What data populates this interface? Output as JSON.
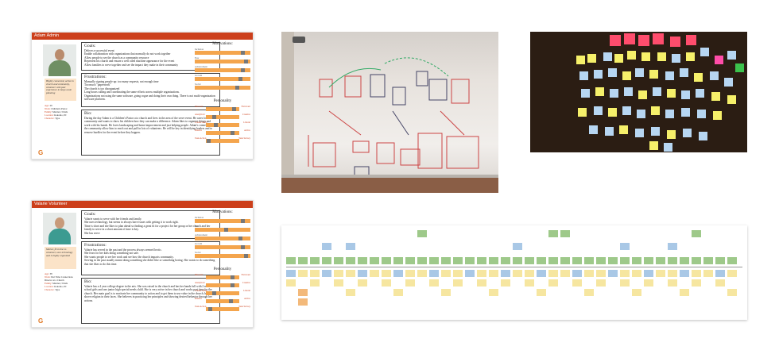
{
  "personas": [
    {
      "name": "Adam Admin",
      "quote": "Highly connected, active in church and community, volunteer with past experience in large-scale planning",
      "facts": [
        {
          "k": "Age:",
          "v": "29"
        },
        {
          "k": "Work:",
          "v": "Children's Pastor"
        },
        {
          "k": "Family:",
          "v": "Married, 3 Kids"
        },
        {
          "k": "Location:",
          "v": "Kokomo, IN"
        },
        {
          "k": "Character:",
          "v": "Type"
        }
      ],
      "goals_title": "Goals:",
      "goals": "Deliver a successful event\nEnable collaboration with organizations that normally do not work together\nAllow people to see the church as a community resource\nRepresent his church and ensure a well oiled machine appearance for the event\nAllow families to serve together and see the impact they make in their community",
      "frustrations_title": "Frustrations:",
      "frustrations": "Manually signing people up: too many requests, not enough time\nToo much \"paperwork\"\nThe church is too disorganized\nLong hours calling and coordinating the same efforts across multiple organizations.\nOrganizations not using the same software, going rogue and doing their own thing. There is not multi-organization software platform.",
      "bio_title": "Bio:",
      "bio": "During the day Adam is a Children's Pastor at a church and lives in the area of the serve event. He cares for community and wants to show his children how they can make a difference. Adam likes to organize things and work with his hands. He loves landscaping and home improvement and just helping people. Adam's connections in the community allow him to reach out and pull in lots of volunteers. He will be key in identifying leaders and to remove hurdles for the event before they happen.",
      "motivations_title": "Motivations:",
      "motivations": [
        {
          "label": "Inclusion",
          "level": 0.9
        },
        {
          "label": "Fear",
          "level": 0.95
        },
        {
          "label": "Achievement",
          "level": 0.9
        },
        {
          "label": "Growth",
          "level": 0.85
        },
        {
          "label": "Social",
          "level": 0.8
        }
      ],
      "personality_title": "Personality",
      "personality": [
        {
          "left": "Introvert",
          "right": "Extrovert",
          "level": 0.9
        },
        {
          "left": "Analytical",
          "right": "Creative",
          "level": 0.3
        },
        {
          "left": "Conservative",
          "right": "Liberal",
          "level": 0.35
        },
        {
          "left": "Passive",
          "right": "Active",
          "level": 0.85
        },
        {
          "left": "Task Action",
          "right": "Task Survey",
          "level": 0.15
        }
      ]
    },
    {
      "name": "Valarie Volunteer",
      "quote": "Mother, first time to volunteer, uses technology and is highly organized",
      "facts": [
        {
          "k": "Age:",
          "v": "38"
        },
        {
          "k": "Work:",
          "v": "Part Time Connections Director at a Church"
        },
        {
          "k": "Family:",
          "v": "Married, 3 Kids"
        },
        {
          "k": "Location:",
          "v": "Kokomo, IN"
        },
        {
          "k": "Character:",
          "v": "Type"
        }
      ],
      "goals_title": "Goals:",
      "goals": "Valarie wants to serve with her friends and family.\nShe uses technology, but seems to always have issues with getting it to work right.\nTime is short and she likes to plan ahead so finding a great fit for a project for her group or her church and her family to serve in a short amount of time is key.\nShe has serve",
      "frustrations_title": "Frustrations:",
      "frustrations": "Valarie has served in the past and the process always seemed hectic.\nShe fears for her kids doing something not safe.\nShe wants people to see her work and see how the church impacts community.\nServing in the past usually meant doing something she didn't like or something boring. She wants to do something that she likes to do this time.",
      "bio_title": "Bio:",
      "bio": "Valarie has a 4 year college degree in the arts. She was raised in the church and has her hands full with 2 middle school girls and one junior high special needs child. She is very active in her church and works part time for the church. Her main goal is to motivate her community to action and to get them to use value in the church, but not shove religion in their faces. She believes in practicing her principles and showing desired behavior through her actions.",
      "motivations_title": "Motivations:",
      "motivations": [
        {
          "label": "Inclusion",
          "level": 0.9
        },
        {
          "label": "Fear",
          "level": 0.6
        },
        {
          "label": "Achievement",
          "level": 0.85
        },
        {
          "label": "Growth",
          "level": 0.9
        },
        {
          "label": "Social",
          "level": 0.95
        }
      ],
      "personality_title": "Personality",
      "personality": [
        {
          "left": "Introvert",
          "right": "Extrovert",
          "level": 0.85
        },
        {
          "left": "Analytical",
          "right": "Creative",
          "level": 0.85
        },
        {
          "left": "Conservative",
          "right": "Liberal",
          "level": 0.3
        },
        {
          "left": "Passive",
          "right": "Active",
          "level": 0.8
        },
        {
          "left": "Task Action",
          "right": "Task Survey",
          "level": 0.2
        }
      ]
    }
  ],
  "colors": {
    "accent": "#cc3f1b",
    "bar": "#f4a54d",
    "quote_bg": "#fbe3c8"
  },
  "logo": "G"
}
